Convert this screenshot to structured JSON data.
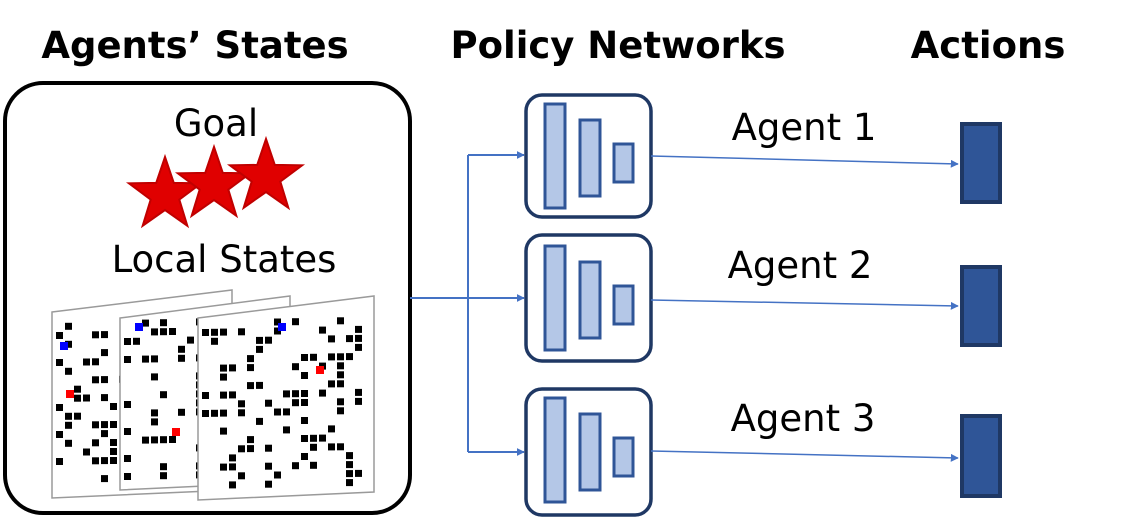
{
  "headings": {
    "states": "Agents’ States",
    "policy": "Policy Networks",
    "actions": "Actions"
  },
  "states_box": {
    "goal_label": "Goal",
    "local_label": "Local States",
    "goal_star_count": 3,
    "local_map_count": 3
  },
  "agents": [
    {
      "label": "Agent 1"
    },
    {
      "label": "Agent 2"
    },
    {
      "label": "Agent 3"
    }
  ],
  "colors": {
    "arrow": "#4472c4",
    "network_border": "#1f3864",
    "network_layer_fill": "#b4c7e7",
    "network_layer_border": "#2f5597",
    "action_fill": "#2f5597",
    "action_border": "#1f3864",
    "star_fill": "#e00000",
    "star_stroke": "#c00000",
    "map_obstacle": "#000000",
    "map_agent": "#0000ff",
    "map_goal": "#ff0000"
  }
}
